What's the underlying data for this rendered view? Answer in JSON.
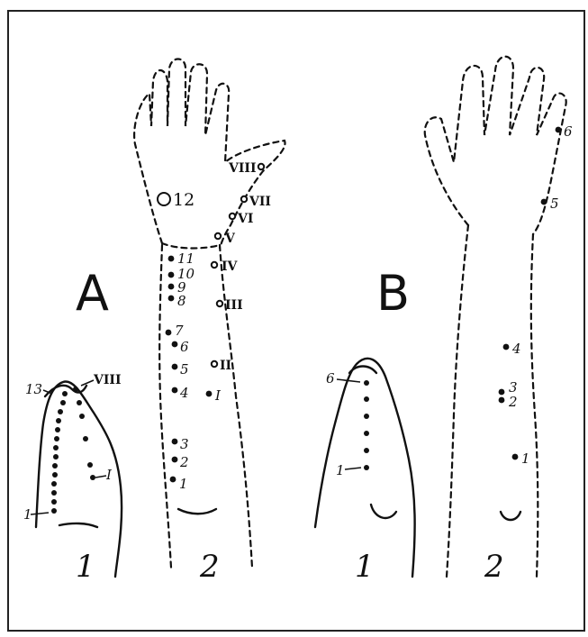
{
  "panel_a": {
    "letter": "A",
    "fig1": {
      "number": "1",
      "label_13": "13",
      "label_1": "1",
      "label_viii": "VIII",
      "label_i": "I"
    },
    "fig2": {
      "number": "2",
      "left_points": [
        "1",
        "2",
        "3",
        "4",
        "5",
        "6",
        "7",
        "8",
        "9",
        "10",
        "11"
      ],
      "palm_point": "12",
      "right_points": [
        "I",
        "II",
        "III",
        "IV",
        "V",
        "VI",
        "VII",
        "VIII"
      ]
    }
  },
  "panel_b": {
    "letter": "B",
    "fig1": {
      "number": "1",
      "label_6": "6",
      "label_1": "1"
    },
    "fig2": {
      "number": "2",
      "points": [
        "1",
        "2",
        "3",
        "4",
        "5",
        "6"
      ]
    }
  }
}
